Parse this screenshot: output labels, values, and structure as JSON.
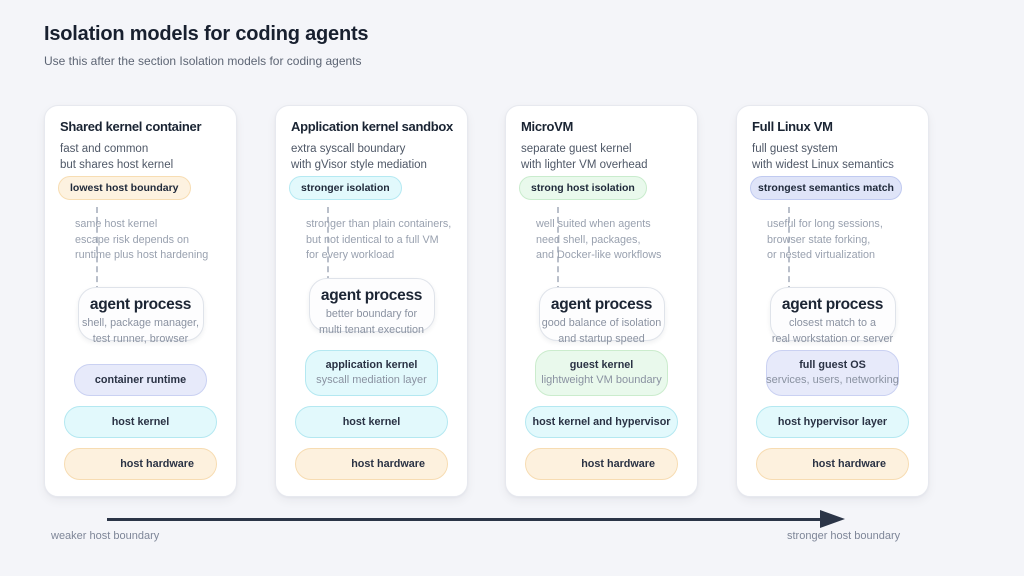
{
  "page": {
    "title": "Isolation models for coding agents",
    "subtitle": "Use this after the section Isolation models for coding agents"
  },
  "axis": {
    "left_label": "weaker host boundary",
    "right_label": "stronger host boundary"
  },
  "colors": {
    "page_background": "#f4f5f9",
    "card_background": "#ffffff",
    "title_text": "#18202f",
    "muted_text": "#99a1af",
    "arrow": "#2b3547",
    "orange_layer": "#fdf1de",
    "cyan_layer": "#e2f9fc",
    "green_layer": "#e9f9ec",
    "purple_layer": "#e7eafa"
  },
  "cards": [
    {
      "title": "Shared kernel container",
      "subtitle_lines": [
        "fast and common",
        "but shares host kernel"
      ],
      "badge": "lowest host boundary",
      "note_lines": [
        "same host kernel",
        "escape risk depends on",
        "runtime plus host hardening"
      ],
      "agent": {
        "title": "agent process",
        "sub_lines": [
          "shell, package manager,",
          "test runner, browser"
        ]
      },
      "layers": {
        "mid": {
          "title": "container runtime",
          "sub": ""
        },
        "kernel": "host kernel",
        "hardware": "host hardware"
      }
    },
    {
      "title": "Application kernel sandbox",
      "subtitle_lines": [
        "extra syscall boundary",
        "with gVisor style mediation"
      ],
      "badge": "stronger isolation",
      "note_lines": [
        "stronger than plain containers,",
        "but not identical to a full VM",
        "for every workload"
      ],
      "agent": {
        "title": "agent process",
        "sub_lines": [
          "better boundary for",
          "multi tenant execution"
        ]
      },
      "layers": {
        "mid": {
          "title": "application kernel",
          "sub": "syscall mediation layer"
        },
        "kernel": "host kernel",
        "hardware": "host hardware"
      }
    },
    {
      "title": "MicroVM",
      "subtitle_lines": [
        "separate guest kernel",
        "with lighter VM overhead"
      ],
      "badge": "strong host isolation",
      "note_lines": [
        "well suited when agents",
        "need shell, packages,",
        "and Docker-like workflows"
      ],
      "agent": {
        "title": "agent process",
        "sub_lines": [
          "good balance of isolation",
          "and startup speed"
        ]
      },
      "layers": {
        "mid": {
          "title": "guest kernel",
          "sub": "lightweight VM boundary"
        },
        "kernel": "host kernel and hypervisor",
        "hardware": "host hardware"
      }
    },
    {
      "title": "Full Linux VM",
      "subtitle_lines": [
        "full guest system",
        "with widest Linux semantics"
      ],
      "badge": "strongest semantics match",
      "note_lines": [
        "useful for long sessions,",
        "browser state forking,",
        "or nested virtualization"
      ],
      "agent": {
        "title": "agent process",
        "sub_lines": [
          "closest match to a",
          "real workstation or server"
        ]
      },
      "layers": {
        "mid": {
          "title": "full guest OS",
          "sub": "services, users, networking"
        },
        "kernel": "host hypervisor layer",
        "hardware": "host hardware"
      }
    }
  ]
}
